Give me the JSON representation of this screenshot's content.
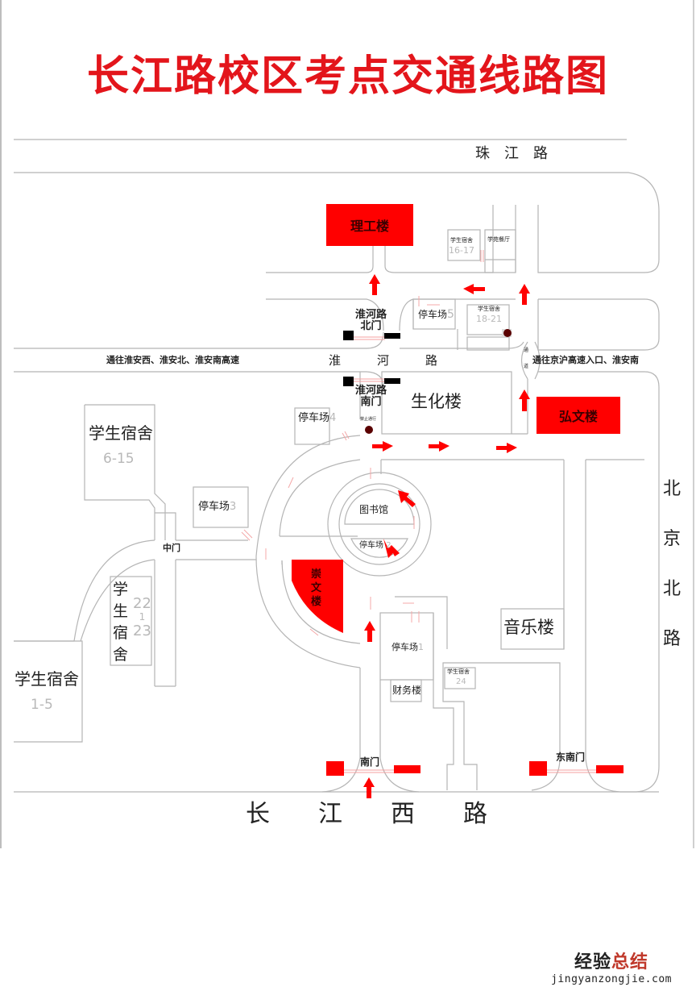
{
  "title": "长江路校区考点交通线路图",
  "roads": {
    "zhujiang": "珠　江　路",
    "huaihe": "淮　　　河　　　路",
    "changjiang_west": "长　　江　　西　　路",
    "beijing_north": [
      "北",
      "京",
      "北",
      "路"
    ],
    "to_west": "通往淮安西、淮安北、淮安南高速",
    "to_east": "通往京沪高速入口、淮安南",
    "channel_top": "通",
    "channel_bottom": "道"
  },
  "gates": {
    "huaihe_north": [
      "淮河路",
      "北门"
    ],
    "huaihe_south": [
      "淮河路",
      "南门"
    ],
    "middle": "中门",
    "south": "南门",
    "southeast": "东南门"
  },
  "exam_buildings": [
    {
      "name": "理工楼",
      "color": "#ff0000"
    },
    {
      "name": "弘文楼",
      "color": "#ff0000"
    },
    {
      "name": "崇文楼",
      "color": "#ff0000"
    }
  ],
  "buildings": {
    "shenghua": "生化楼",
    "yinyue": "音乐楼",
    "tushuguan": "图书馆",
    "caiwu": "财务楼",
    "xueyuan_canting": "学苑餐厅"
  },
  "dorms": [
    {
      "label": "学生宿舍",
      "number": "1-5"
    },
    {
      "label": "学生宿舍",
      "number": "6-15"
    },
    {
      "label": "学生宿舍",
      "number": "16-17"
    },
    {
      "label": "学生宿舍",
      "number": "18-21"
    },
    {
      "label": "学生宿舍",
      "number": "22\n1\n23"
    },
    {
      "label": "学生宿舍",
      "number": "24"
    }
  ],
  "dorm_vertical_label": [
    "学",
    "生",
    "宿",
    "舍"
  ],
  "dorm_2223_numbers": [
    "22",
    "1",
    "23"
  ],
  "parking": [
    {
      "label": "停车场",
      "number": "1"
    },
    {
      "label": "停车场",
      "number": "2"
    },
    {
      "label": "停车场",
      "number": "3"
    },
    {
      "label": "停车场",
      "number": "4"
    },
    {
      "label": "停车场",
      "number": "5"
    }
  ],
  "no_entry_label": "禁止通行",
  "colors": {
    "accent": "#e3151b",
    "building": "#ff0000",
    "road_line": "#b5b5b5",
    "gate_block": "#000000"
  },
  "watermark": {
    "cn_a": "经验",
    "cn_b": "总结",
    "en": "jingyanzongjie.com"
  }
}
